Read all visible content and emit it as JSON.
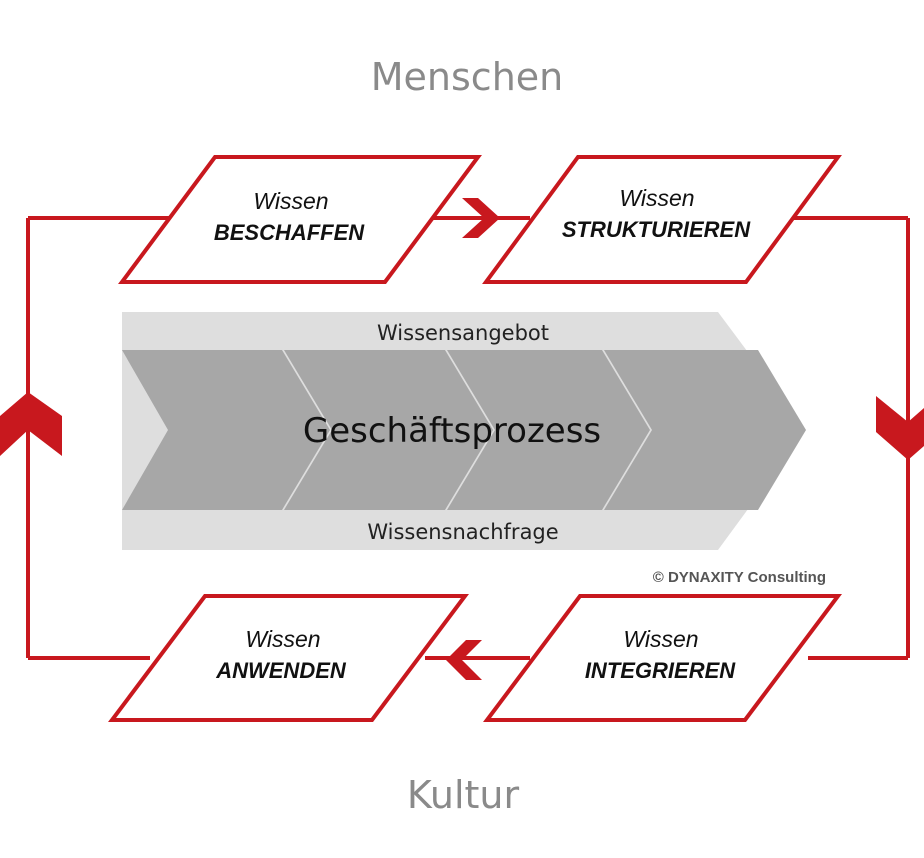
{
  "top_label": "Menschen",
  "bottom_label": "Kultur",
  "steps": [
    {
      "line1": "Wissen",
      "line2": "BESCHAFFEN"
    },
    {
      "line1": "Wissen",
      "line2": "STRUKTURIEREN"
    },
    {
      "line1": "Wissen",
      "line2": "INTEGRIEREN"
    },
    {
      "line1": "Wissen",
      "line2": "ANWENDEN"
    }
  ],
  "process": {
    "title": "Geschäftsprozess",
    "top_band": "Wissensangebot",
    "bottom_band": "Wissensnachfrage"
  },
  "copyright": "© DYNAXITY Consulting",
  "colors": {
    "accent_red": "#c8181e",
    "band_light": "#dedede",
    "chevron_gray": "#a7a7a7",
    "label_gray": "#8a8a8a"
  }
}
